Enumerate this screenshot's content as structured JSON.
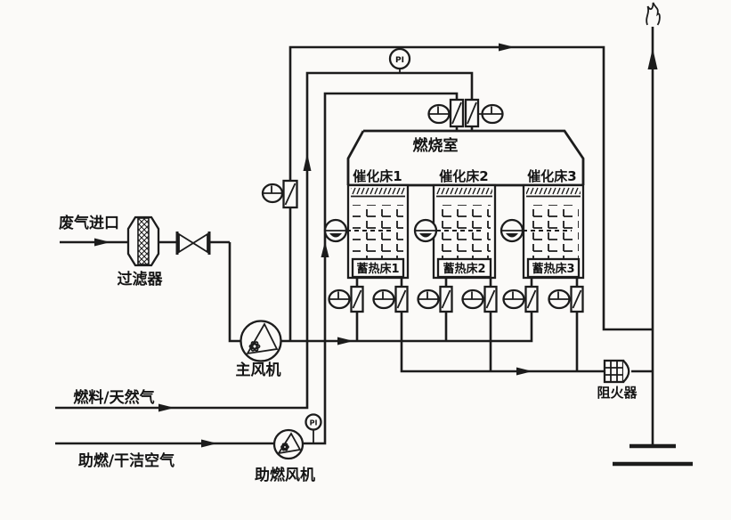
{
  "colors": {
    "line": "#1c1c1c",
    "background": "#fbfaf8"
  },
  "labels": {
    "waste_gas_inlet": "废气进口",
    "filter": "过滤器",
    "main_fan": "主风机",
    "fuel_gas": "燃料/天然气",
    "aux_air": "助燃/干洁空气",
    "aux_fan": "助燃风机",
    "combustion_chamber": "燃烧室",
    "flame_arrester": "阻火器"
  },
  "beds": [
    {
      "catalyst": "催化床1",
      "regenerator": "蓄热床1"
    },
    {
      "catalyst": "催化床2",
      "regenerator": "蓄热床2"
    },
    {
      "catalyst": "催化床3",
      "regenerator": "蓄热床3"
    }
  ],
  "instruments": {
    "fuel_line_gauge": "PI",
    "aux_fan_gauge": "PI"
  }
}
